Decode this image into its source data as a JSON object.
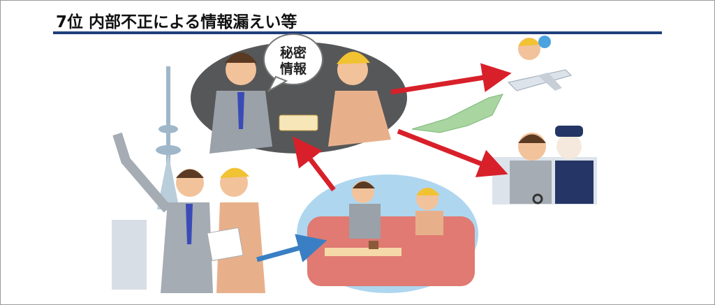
{
  "slide": {
    "title": "7位 内部不正による情報漏えい等",
    "bubble_line1": "秘密",
    "bubble_line2": "情報"
  },
  "colors": {
    "rule": "#1f3f7a",
    "red_arrow": "#d8202a",
    "blue_arrow": "#3a7fc4"
  }
}
